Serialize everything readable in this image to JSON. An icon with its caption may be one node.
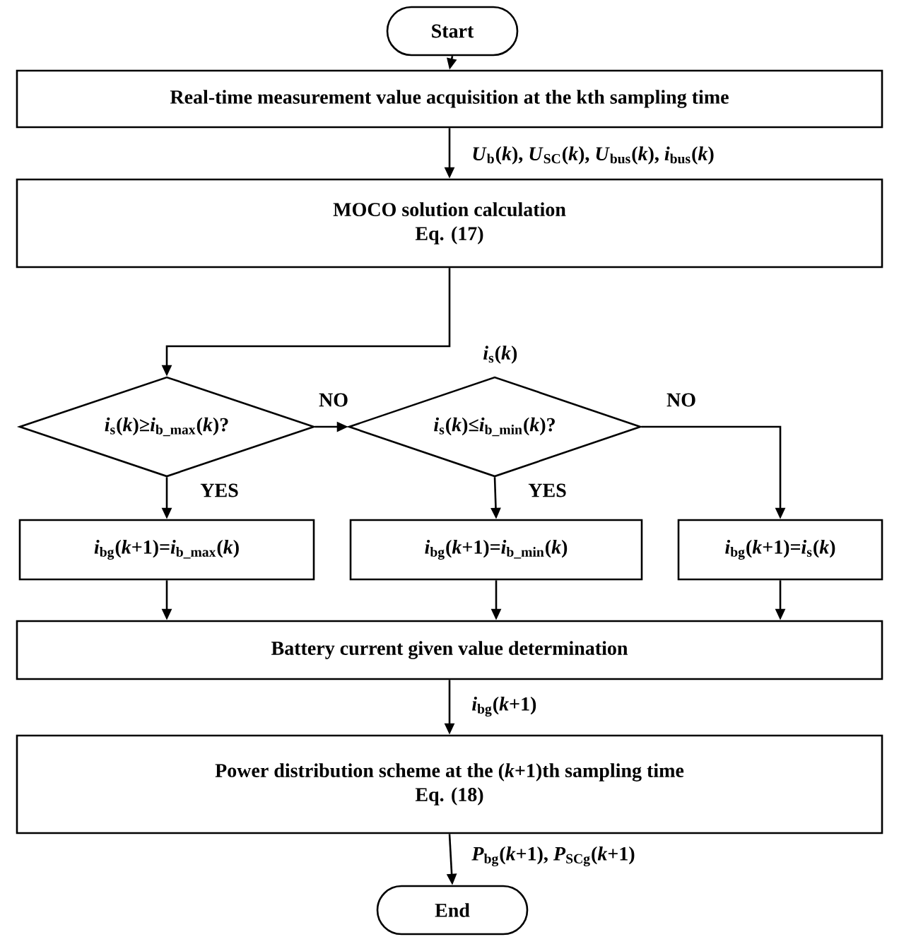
{
  "diagram": {
    "nodes": [
      {
        "text": [
          "Start"
        ]
      },
      {
        "text": [
          "Real-time measurement value acquisition at the kth sampling time"
        ]
      },
      {
        "text": [
          "MOCO solution calculation",
          "Eq. (17)"
        ]
      },
      {
        "text": [
          "*i*$_{s}$(*k*)≥*i*$_{b_max}$(*k*)?"
        ]
      },
      {
        "text": [
          "*i*$_{s}$(*k*)≤*i*$_{b_min}$(*k*)?"
        ]
      },
      {
        "text": [
          "*i*$_{bg}$(*k*+1)=*i*$_{b_max}$(*k*)"
        ]
      },
      {
        "text": [
          "*i*$_{bg}$(*k*+1)=*i*$_{b_min}$(*k*)"
        ]
      },
      {
        "text": [
          "*i*$_{bg}$(*k*+1)=*i*$_{s}$(*k*)"
        ]
      },
      {
        "text": [
          "Battery current given value determination"
        ]
      },
      {
        "text": [
          "Power distribution scheme at the (*k*+1)th sampling time",
          "Eq. (18)"
        ]
      },
      {
        "text": [
          "End"
        ]
      }
    ],
    "edges": [
      {
        "from": 0,
        "to": 1,
        "arrow": "to"
      },
      {
        "from": 1,
        "to": 2,
        "arrow": "to",
        "label": "*U*$_{b}$(*k*), *U*$_{SC}$(*k*), *U*$_{bus}$(*k*), *i*$_{bus}$(*k*)"
      },
      {
        "from": 2,
        "to": 3,
        "arrow": "to",
        "label": "*i*$_{s}$(*k*)"
      },
      {
        "from": 3,
        "to": 4,
        "arrow": "to",
        "label": "NO"
      },
      {
        "from": 3,
        "to": 5,
        "arrow": "to",
        "label": "YES"
      },
      {
        "from": 4,
        "to": 6,
        "arrow": "to",
        "label": "YES"
      },
      {
        "from": 4,
        "to": 7,
        "arrow": "to",
        "label": "NO"
      },
      {
        "from": 5,
        "to": 8,
        "arrow": "to"
      },
      {
        "from": 6,
        "to": 8,
        "arrow": "to"
      },
      {
        "from": 7,
        "to": 8,
        "arrow": "to"
      },
      {
        "from": 8,
        "to": 9,
        "arrow": "to",
        "label": "*i*$_{bg}$(*k*+1)"
      },
      {
        "from": 9,
        "to": 10,
        "arrow": "to",
        "label": "*P*$_{bg}$(*k*+1), *P*$_{SCg}$(*k*+1)"
      }
    ]
  }
}
